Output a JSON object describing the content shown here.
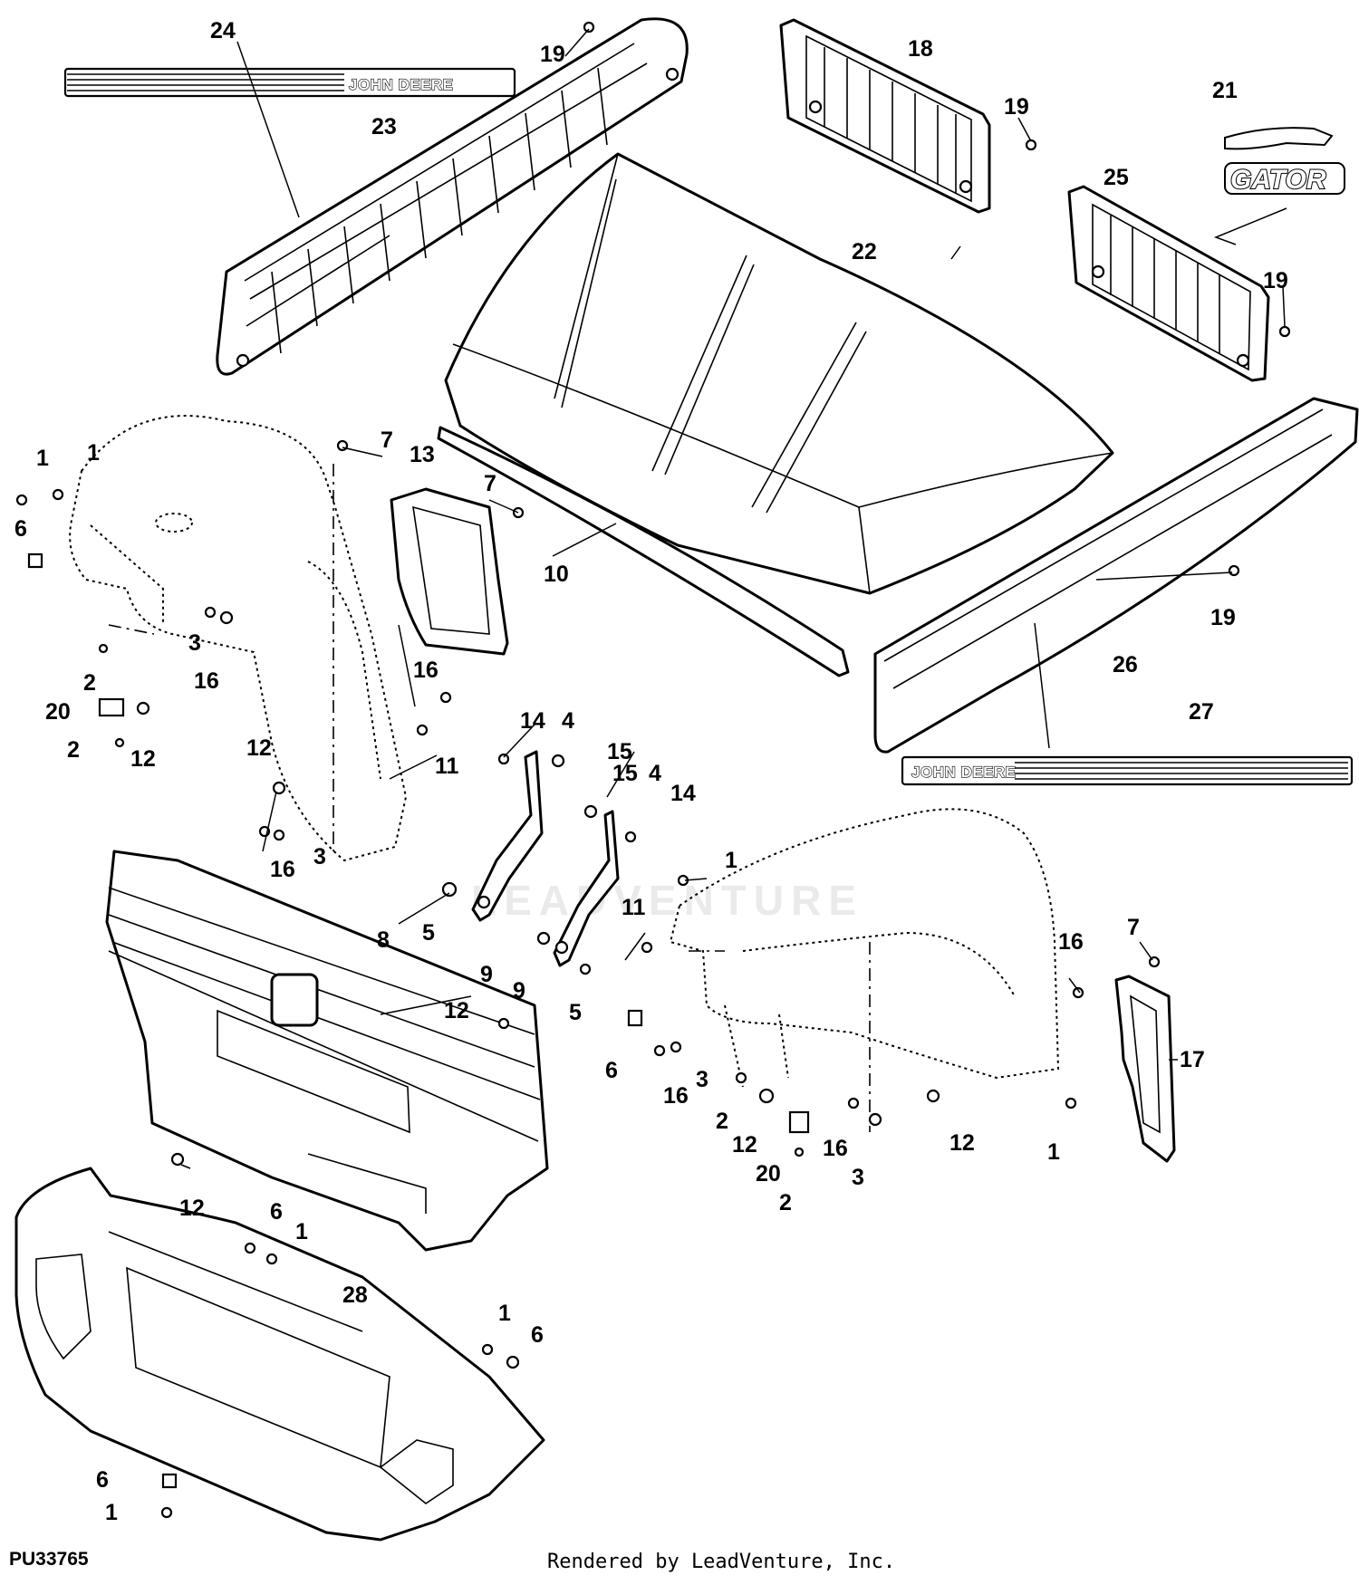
{
  "diagram": {
    "figure_id": "PU33765",
    "credit": "Rendered by LeadVenture, Inc.",
    "watermark": "LEADVENTURE",
    "decals": {
      "stripe_brand": "JOHN DEERE",
      "gator_logo": "GATOR"
    },
    "callouts": [
      {
        "id": "c24",
        "text": "24"
      },
      {
        "id": "c19a",
        "text": "19"
      },
      {
        "id": "c18",
        "text": "18"
      },
      {
        "id": "c19b",
        "text": "19"
      },
      {
        "id": "c21",
        "text": "21"
      },
      {
        "id": "c23",
        "text": "23"
      },
      {
        "id": "c25",
        "text": "25"
      },
      {
        "id": "c22",
        "text": "22"
      },
      {
        "id": "c19c",
        "text": "19"
      },
      {
        "id": "c1a",
        "text": "1"
      },
      {
        "id": "c1b",
        "text": "1"
      },
      {
        "id": "c7a",
        "text": "7"
      },
      {
        "id": "c13",
        "text": "13"
      },
      {
        "id": "c7b",
        "text": "7"
      },
      {
        "id": "c6a",
        "text": "6"
      },
      {
        "id": "c10",
        "text": "10"
      },
      {
        "id": "c19d",
        "text": "19"
      },
      {
        "id": "c3a",
        "text": "3"
      },
      {
        "id": "c16a",
        "text": "16"
      },
      {
        "id": "c2a",
        "text": "2"
      },
      {
        "id": "c26",
        "text": "26"
      },
      {
        "id": "c16b",
        "text": "16"
      },
      {
        "id": "c20a",
        "text": "20"
      },
      {
        "id": "c27",
        "text": "27"
      },
      {
        "id": "c2b",
        "text": "2"
      },
      {
        "id": "c12a",
        "text": "12"
      },
      {
        "id": "c14a",
        "text": "14"
      },
      {
        "id": "c4a",
        "text": "4"
      },
      {
        "id": "c12b",
        "text": "12"
      },
      {
        "id": "c15a",
        "text": "15"
      },
      {
        "id": "c11a",
        "text": "11"
      },
      {
        "id": "c15b",
        "text": "15"
      },
      {
        "id": "c4b",
        "text": "4"
      },
      {
        "id": "c14b",
        "text": "14"
      },
      {
        "id": "c3b",
        "text": "3"
      },
      {
        "id": "c16c",
        "text": "16"
      },
      {
        "id": "c1c",
        "text": "1"
      },
      {
        "id": "c5a",
        "text": "5"
      },
      {
        "id": "c11b",
        "text": "11"
      },
      {
        "id": "c8",
        "text": "8"
      },
      {
        "id": "c7c",
        "text": "7"
      },
      {
        "id": "c16d",
        "text": "16"
      },
      {
        "id": "c9a",
        "text": "9"
      },
      {
        "id": "c9b",
        "text": "9"
      },
      {
        "id": "c5b",
        "text": "5"
      },
      {
        "id": "c12c",
        "text": "12"
      },
      {
        "id": "c6b",
        "text": "6"
      },
      {
        "id": "c3c",
        "text": "3"
      },
      {
        "id": "c17",
        "text": "17"
      },
      {
        "id": "c16e",
        "text": "16"
      },
      {
        "id": "c2c",
        "text": "2"
      },
      {
        "id": "c12d",
        "text": "12"
      },
      {
        "id": "c16f",
        "text": "16"
      },
      {
        "id": "c12e",
        "text": "12"
      },
      {
        "id": "c1d",
        "text": "1"
      },
      {
        "id": "c20b",
        "text": "20"
      },
      {
        "id": "c3d",
        "text": "3"
      },
      {
        "id": "c2d",
        "text": "2"
      },
      {
        "id": "c12f",
        "text": "12"
      },
      {
        "id": "c6c",
        "text": "6"
      },
      {
        "id": "c1e",
        "text": "1"
      },
      {
        "id": "c28",
        "text": "28"
      },
      {
        "id": "c1f",
        "text": "1"
      },
      {
        "id": "c6d",
        "text": "6"
      },
      {
        "id": "c6e",
        "text": "6"
      },
      {
        "id": "c1g",
        "text": "1"
      }
    ]
  }
}
